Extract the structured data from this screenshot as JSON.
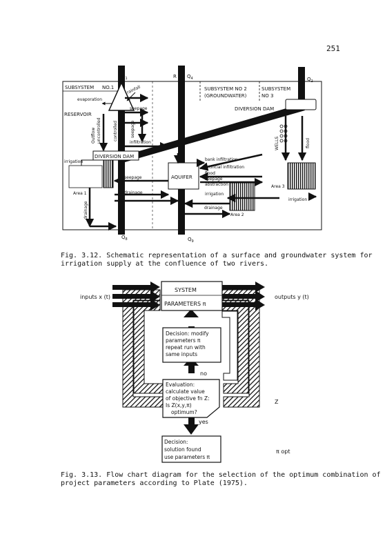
{
  "page_number": "251",
  "figure1": {
    "caption_line1": "Fig. 3.12. Schematic representation of a surface and groundwater system for",
    "caption_line2": "irrigation supply at the confluence of two rivers.",
    "labels": {
      "q1": "Q",
      "q1_sub": "1",
      "r": "R",
      "q4": "Q",
      "q4_sub": "4",
      "q2": "Q",
      "q2_sub": "2",
      "q8": "Q",
      "q8_sub": "8",
      "q9": "Q",
      "q9_sub": "9",
      "subsystem_no1_a": "SUBSYSTEM",
      "subsystem_no1_b": "NO.1",
      "subsystem_no2_a": "SUBSYSTEM  NO 2",
      "subsystem_no2_b": "(GROUNDWATER)",
      "subsystem_no3_a": "SUBSYSTEM",
      "subsystem_no3_b": "NO 3",
      "rainfall": "rainfall",
      "evaporation": "evaporation",
      "reservoir": "RESERVOIR",
      "seepage_top": "seepage",
      "outflow": "Outflow",
      "uncontrolled": "uncontrolled",
      "controlled": "controlled",
      "seepage_vert": "seepage",
      "infiltration": "infiltration",
      "diversion_dam_left": "DIVERSION DAM",
      "diversion_dam_right": "DIVERSION DAM",
      "wells": "WELLS",
      "flood": "flood",
      "bank_infiltration": "bank infiltration",
      "artificial_infiltration": "artificial infiltration",
      "flood_mid": "flood",
      "seepage_mid": "seepage",
      "abstraction": "abstraction",
      "irrigation_mid": "irrigation",
      "irrigation_left": "irrigation",
      "area1": "Area 1",
      "seepage_left": "seepage",
      "drainage_left": "drainage",
      "aquifer": "AQUIFER",
      "drainage_mid": "drainage",
      "drainage_low": "drainage",
      "area2": "Area 2",
      "area3": "Area 3",
      "irrigation_right": "irrigation"
    }
  },
  "figure2": {
    "caption_line1": "Fig. 3.13. Flow chart diagram for the selection of the optimum combination of",
    "caption_line2": "project parameters according to Plate (1975).",
    "labels": {
      "inputs": "inputs x (t)",
      "outputs": "outputs y (t)",
      "system": "SYSTEM",
      "parameters": "PARAMETERS π",
      "decision1_l1": "Decision: modify",
      "decision1_l2": "parameters π",
      "decision1_l3": "repeat run with",
      "decision1_l4": "same inputs",
      "no": "no",
      "eval_l1": "Evaluation:",
      "eval_l2": "calculate value",
      "eval_l3": "of objective fn Z:",
      "eval_l4": "Is Z(x,y,π)",
      "eval_l5": "optimum?",
      "z": "Z",
      "yes": "yes",
      "decision2_l1": "Decision:",
      "decision2_l2": "solution found",
      "decision2_l3": "use parameters π",
      "pi_opt": "π opt"
    }
  }
}
